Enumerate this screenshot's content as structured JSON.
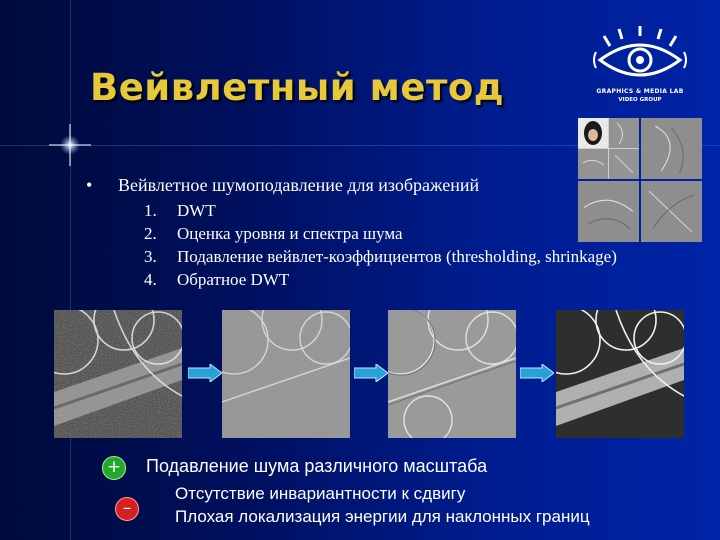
{
  "slide": {
    "title": "Вейвлетный метод",
    "logo": {
      "line1": "GRAPHICS & MEDIA LAB",
      "line2": "VIDEO GROUP",
      "icon": "eye-logo-icon"
    },
    "bullet": "•",
    "heading": "Вейвлетное шумоподавление для изображений",
    "steps": [
      {
        "num": "1.",
        "text": "DWT"
      },
      {
        "num": "2.",
        "text": "Оценка уровня и спектра шума"
      },
      {
        "num": "3.",
        "text": "Подавление вейвлет-коэффициентов (thresholding, shrinkage)"
      },
      {
        "num": "4.",
        "text": "Обратное DWT"
      }
    ],
    "pipeline": [
      "noisy-image",
      "noisy-detail",
      "filtered-detail",
      "result-image"
    ],
    "advantage": {
      "symbol": "+",
      "text": "Подавление шума различного масштаба"
    },
    "disadvantages": {
      "symbol": "–",
      "items": [
        "Отсутствие инвариантности к сдвигу",
        "Плохая локализация энергии для наклонных границ"
      ]
    }
  },
  "colors": {
    "title": "#e6c83a",
    "accent_arrow": "#2aa0d8",
    "plus_badge": "#22a82a",
    "minus_badge": "#d42020"
  }
}
